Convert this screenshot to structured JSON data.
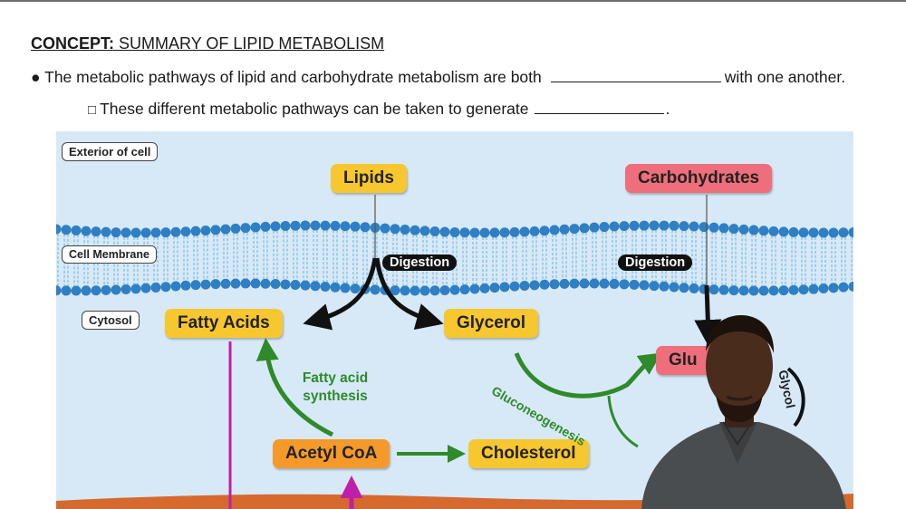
{
  "heading": {
    "prefix": "CONCEPT:",
    "text": "SUMMARY OF LIPID METABOLISM"
  },
  "bullet": {
    "marker": "●",
    "before": "The metabolic pathways of lipid and carbohydrate metabolism are both",
    "after": "with one another."
  },
  "sub_bullet": {
    "marker": "□",
    "before": "These different metabolic pathways can be taken to generate",
    "after": "."
  },
  "diagram": {
    "labels": {
      "exterior": "Exterior of cell",
      "membrane": "Cell Membrane",
      "cytosol": "Cytosol"
    },
    "nodes": {
      "lipids": "Lipids",
      "carbohydrates": "Carbohydrates",
      "fatty_acids": "Fatty Acids",
      "glycerol": "Glycerol",
      "glucose_partial": "Glu",
      "acetyl_coa": "Acetyl CoA",
      "cholesterol": "Cholesterol"
    },
    "arrows": {
      "digestion_left": "Digestion",
      "digestion_right": "Digestion",
      "fatty_acid_synthesis_line1": "Fatty acid",
      "fatty_acid_synthesis_line2": "synthesis",
      "gluconeogenesis": "Gluconeogenesis",
      "glycolysis_partial": "Glycol"
    },
    "colors": {
      "background": "#d7e9f7",
      "membrane_heads": "#2f7fc4",
      "membrane_tails": "#8fc4e8",
      "lower_membrane": "#d5692e",
      "yellow_node": "#f7c72f",
      "pink_node": "#ee6f7b",
      "orange_node": "#f49a2a",
      "green_arrow": "#2f8a2a",
      "magenta_arrow": "#c020a8",
      "black_arrow": "#111111"
    }
  }
}
